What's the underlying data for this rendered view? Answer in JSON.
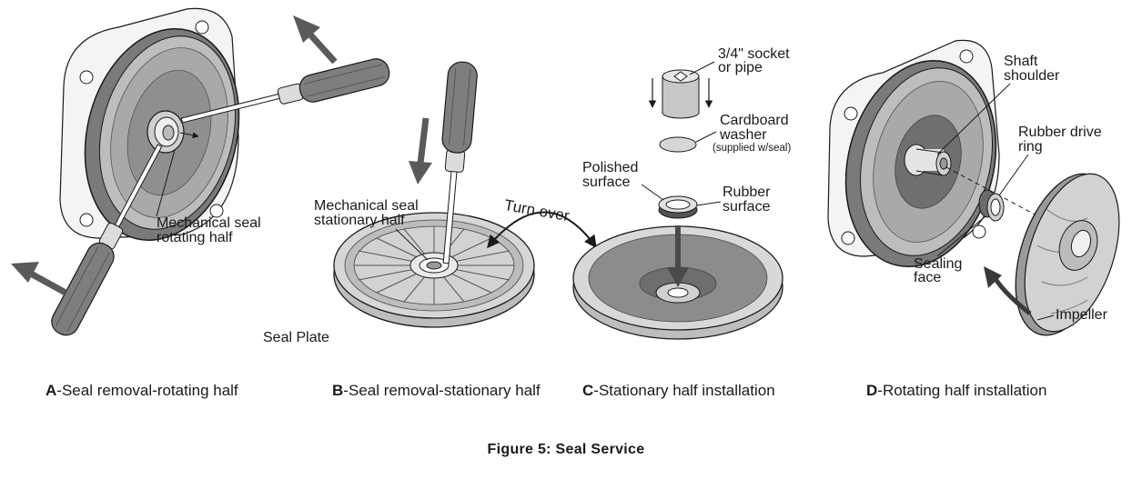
{
  "panels": {
    "a": {
      "caption_letter": "A",
      "caption_text": "-Seal removal-rotating half",
      "label_line1": "Mechanical seal",
      "label_line2": "rotating half"
    },
    "b": {
      "caption_letter": "B",
      "caption_text": "-Seal removal-stationary half",
      "label_line1": "Mechanical seal",
      "label_line2": "stationary half",
      "seal_plate": "Seal Plate",
      "turn_over": "Turn over"
    },
    "c": {
      "caption_letter": "C",
      "caption_text": "-Stationary half installation",
      "socket_line1": "3/4\" socket",
      "socket_line2": "or pipe",
      "washer_line1": "Cardboard",
      "washer_line2": "washer",
      "washer_note": "(supplied w/seal)",
      "polished_line1": "Polished",
      "polished_line2": "surface",
      "rubber_line1": "Rubber",
      "rubber_line2": "surface"
    },
    "d": {
      "caption_letter": "D",
      "caption_text": "-Rotating half installation",
      "shaft_line1": "Shaft",
      "shaft_line2": "shoulder",
      "drive_line1": "Rubber drive",
      "drive_line2": "ring",
      "sealing_line1": "Sealing",
      "sealing_line2": "face",
      "impeller": "Impeller"
    }
  },
  "figure_title": "Figure 5: Seal Service",
  "colors": {
    "line": "#1a1a1a",
    "dark_gray": "#6e6e6e",
    "mid_gray": "#a5a5a5",
    "light_gray": "#d4d4d4",
    "arrow_gray": "#5a5a5a"
  }
}
